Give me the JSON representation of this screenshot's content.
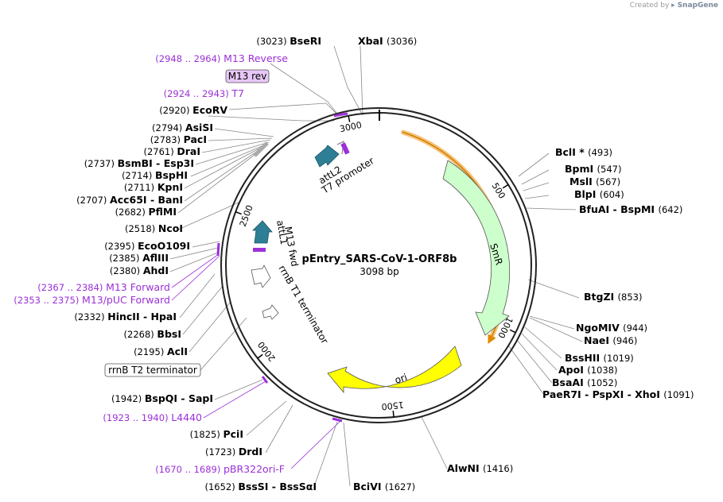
{
  "credit": {
    "prefix": "Created by",
    "brand": "SnapGene"
  },
  "plasmid": {
    "name": "pEntry_SARS-CoV-1-ORF8b",
    "size_label": "3098 bp",
    "length": 3098
  },
  "colors": {
    "primer": "#9b30d8",
    "smr": "#ccffcc",
    "ori": "#ffff00",
    "att": "#2e7f95",
    "highlight": "#f4b860"
  },
  "ticks": [
    "500",
    "1000",
    "1500",
    "2000",
    "2500",
    "3000"
  ],
  "features": [
    {
      "label": "SmR",
      "icon": "feature-arrow"
    },
    {
      "label": "ori",
      "icon": "feature-arrow"
    },
    {
      "label": "attL2",
      "icon": "feature-arrow"
    },
    {
      "label": "T7 promoter",
      "icon": "promoter-arrow"
    },
    {
      "label": "attL1",
      "icon": "feature-arrow"
    },
    {
      "label": "M13 fwd",
      "icon": "primer-bar"
    },
    {
      "label": "rrnB T1 terminator",
      "icon": "terminator-arrow"
    }
  ],
  "boxed_labels": [
    "M13 rev",
    "rrnB T2 terminator"
  ],
  "sites": [
    {
      "name": "BseRI",
      "pos": "(3023)"
    },
    {
      "name": "XbaI",
      "pos": "(3036)"
    },
    {
      "name": "EcoRV",
      "pos": "(2920)"
    },
    {
      "name": "AsiSI",
      "pos": "(2794)"
    },
    {
      "name": "PacI",
      "pos": "(2783)"
    },
    {
      "name": "DraI",
      "pos": "(2761)"
    },
    {
      "name": "BsmBI  - Esp3I",
      "pos": "(2737)"
    },
    {
      "name": "BspHI",
      "pos": "(2714)"
    },
    {
      "name": "KpnI",
      "pos": "(2711)"
    },
    {
      "name": "Acc65I  - BanI",
      "pos": "(2707)"
    },
    {
      "name": "PflMI",
      "pos": "(2682)"
    },
    {
      "name": "NcoI",
      "pos": "(2518)"
    },
    {
      "name": "EcoO109I",
      "pos": "(2395)"
    },
    {
      "name": "AflIII",
      "pos": "(2385)"
    },
    {
      "name": "AhdI",
      "pos": "(2380)"
    },
    {
      "name": "HincII  - HpaI",
      "pos": "(2332)"
    },
    {
      "name": "BbsI",
      "pos": "(2268)"
    },
    {
      "name": "AclI",
      "pos": "(2195)"
    },
    {
      "name": "BspQI  - SapI",
      "pos": "(1942)"
    },
    {
      "name": "PciI",
      "pos": "(1825)"
    },
    {
      "name": "DrdI",
      "pos": "(1723)"
    },
    {
      "name": "BssSI  - BssSαI",
      "pos": "(1652)"
    },
    {
      "name": "BciVI",
      "pos": "(1627)"
    },
    {
      "name": "AlwNI",
      "pos": "(1416)"
    },
    {
      "name": "BclI *",
      "pos": "(493)"
    },
    {
      "name": "BpmI",
      "pos": "(547)"
    },
    {
      "name": "MslI",
      "pos": "(567)"
    },
    {
      "name": "BlpI",
      "pos": "(604)"
    },
    {
      "name": "BfuAI  - BspMI",
      "pos": "(642)"
    },
    {
      "name": "BtgZI",
      "pos": "(853)"
    },
    {
      "name": "NgoMIV",
      "pos": "(944)"
    },
    {
      "name": "NaeI",
      "pos": "(946)"
    },
    {
      "name": "BssHII",
      "pos": "(1019)"
    },
    {
      "name": "ApoI",
      "pos": "(1038)"
    },
    {
      "name": "BsaAI",
      "pos": "(1052)"
    },
    {
      "name": "PaeR7I  - PspXI  - XhoI",
      "pos": "(1091)"
    }
  ],
  "primers": [
    {
      "range": "(2948 .. 2964)",
      "name": "M13 Reverse"
    },
    {
      "range": "(2924 .. 2943)",
      "name": "T7"
    },
    {
      "range": "(2367 .. 2384)",
      "name": "M13 Forward"
    },
    {
      "range": "(2353 .. 2375)",
      "name": "M13/pUC Forward"
    },
    {
      "range": "(1923 .. 1940)",
      "name": "L4440"
    },
    {
      "range": "(1670 .. 1689)",
      "name": "pBR322ori-F"
    }
  ]
}
